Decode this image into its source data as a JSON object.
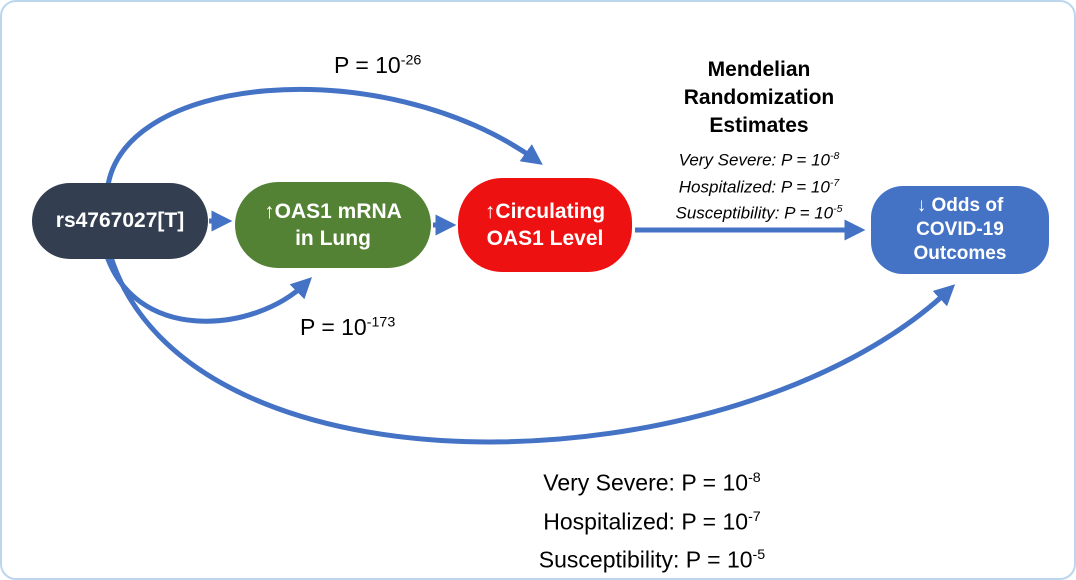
{
  "colors": {
    "arrow": "#4472c4",
    "node_snp": "#333f50",
    "node_mrna": "#548235",
    "node_protein": "#ee1111",
    "node_outcome": "#4472c4",
    "frame_border": "#bcd6ee"
  },
  "nodes": {
    "snp": {
      "label": "rs4767027[T]"
    },
    "mrna": {
      "line1": "↑OAS1 mRNA",
      "line2": "in Lung"
    },
    "protein": {
      "line1": "↑Circulating",
      "line2": "OAS1 Level"
    },
    "outcome": {
      "line1": "↓ Odds of",
      "line2": "COVID-19",
      "line3": "Outcomes"
    }
  },
  "labels": {
    "top_arc": {
      "base": "P = 10",
      "exp": "-26"
    },
    "bottom_small_arc": {
      "base": "P = 10",
      "exp": "-173"
    },
    "mr_title": {
      "line1": "Mendelian",
      "line2": "Randomization",
      "line3": "Estimates"
    },
    "mr_estimates": [
      {
        "base": "Very Severe: P = 10",
        "exp": "-8"
      },
      {
        "base": "Hospitalized: P = 10",
        "exp": "-7"
      },
      {
        "base": "Susceptibility: P = 10",
        "exp": "-5"
      }
    ],
    "bottom_estimates": [
      {
        "base": "Very Severe: P = 10",
        "exp": "-8"
      },
      {
        "base": "Hospitalized: P = 10",
        "exp": "-7"
      },
      {
        "base": "Susceptibility: P = 10",
        "exp": "-5"
      }
    ]
  }
}
